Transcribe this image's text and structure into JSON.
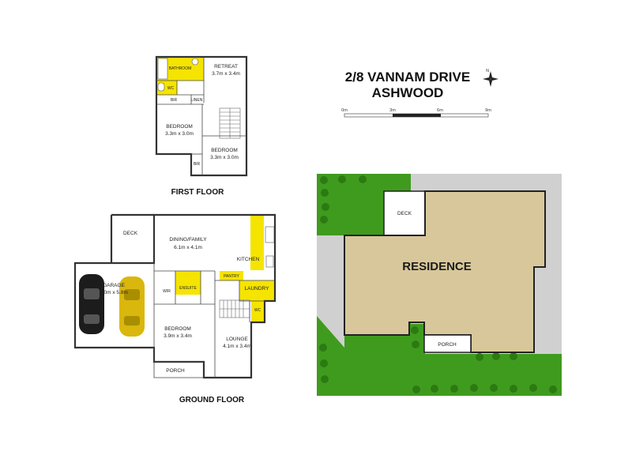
{
  "title": {
    "line1": "2/8 VANNAM DRIVE",
    "line2": "ASHWOOD"
  },
  "scale_bar": {
    "ticks": [
      "0m",
      "3m",
      "6m",
      "9m"
    ]
  },
  "compass": {
    "icon": "compass-icon",
    "north_label": "N"
  },
  "first_floor": {
    "label": "FIRST FLOOR",
    "rooms": {
      "bathroom": {
        "name": "BATHROOM"
      },
      "retreat": {
        "name": "RETREAT",
        "size": "3.7m x 3.4m"
      },
      "wc": {
        "name": "WC"
      },
      "bir": {
        "name": "BIR"
      },
      "linen": {
        "name": "LINEN"
      },
      "bedroom1": {
        "name": "BEDROOM",
        "size": "3.3m x 3.0m"
      },
      "bedroom2": {
        "name": "BEDROOM",
        "size": "3.3m x 3.0m"
      },
      "bir2": {
        "name": "BIR"
      }
    }
  },
  "ground_floor": {
    "label": "GROUND FLOOR",
    "rooms": {
      "deck": {
        "name": "DECK"
      },
      "dining": {
        "name": "DINING/FAMILY",
        "size": "6.1m x 4.1m"
      },
      "kitchen": {
        "name": "KITCHEN"
      },
      "pantry": {
        "name": "PANTRY"
      },
      "laundry": {
        "name": "LAUNDRY"
      },
      "garage": {
        "name": "GARAGE",
        "size": "6.0m x 5.8m"
      },
      "wir": {
        "name": "WIR"
      },
      "ensuite": {
        "name": "ENSUITE"
      },
      "wc": {
        "name": "WC"
      },
      "bedroom": {
        "name": "BEDROOM",
        "size": "3.9m x 3.4m"
      },
      "lounge": {
        "name": "LOUNGE",
        "size": "4.1m x 3.4m"
      },
      "porch": {
        "name": "PORCH"
      }
    }
  },
  "site_plan": {
    "deck": "DECK",
    "residence": "RESIDENCE",
    "porch": "PORCH"
  },
  "colors": {
    "wet_area": "#f5e400",
    "residence": "#d8c79a",
    "lawn": "#3f9b1e",
    "paving": "#d0d0d0",
    "wall": "#333333"
  }
}
